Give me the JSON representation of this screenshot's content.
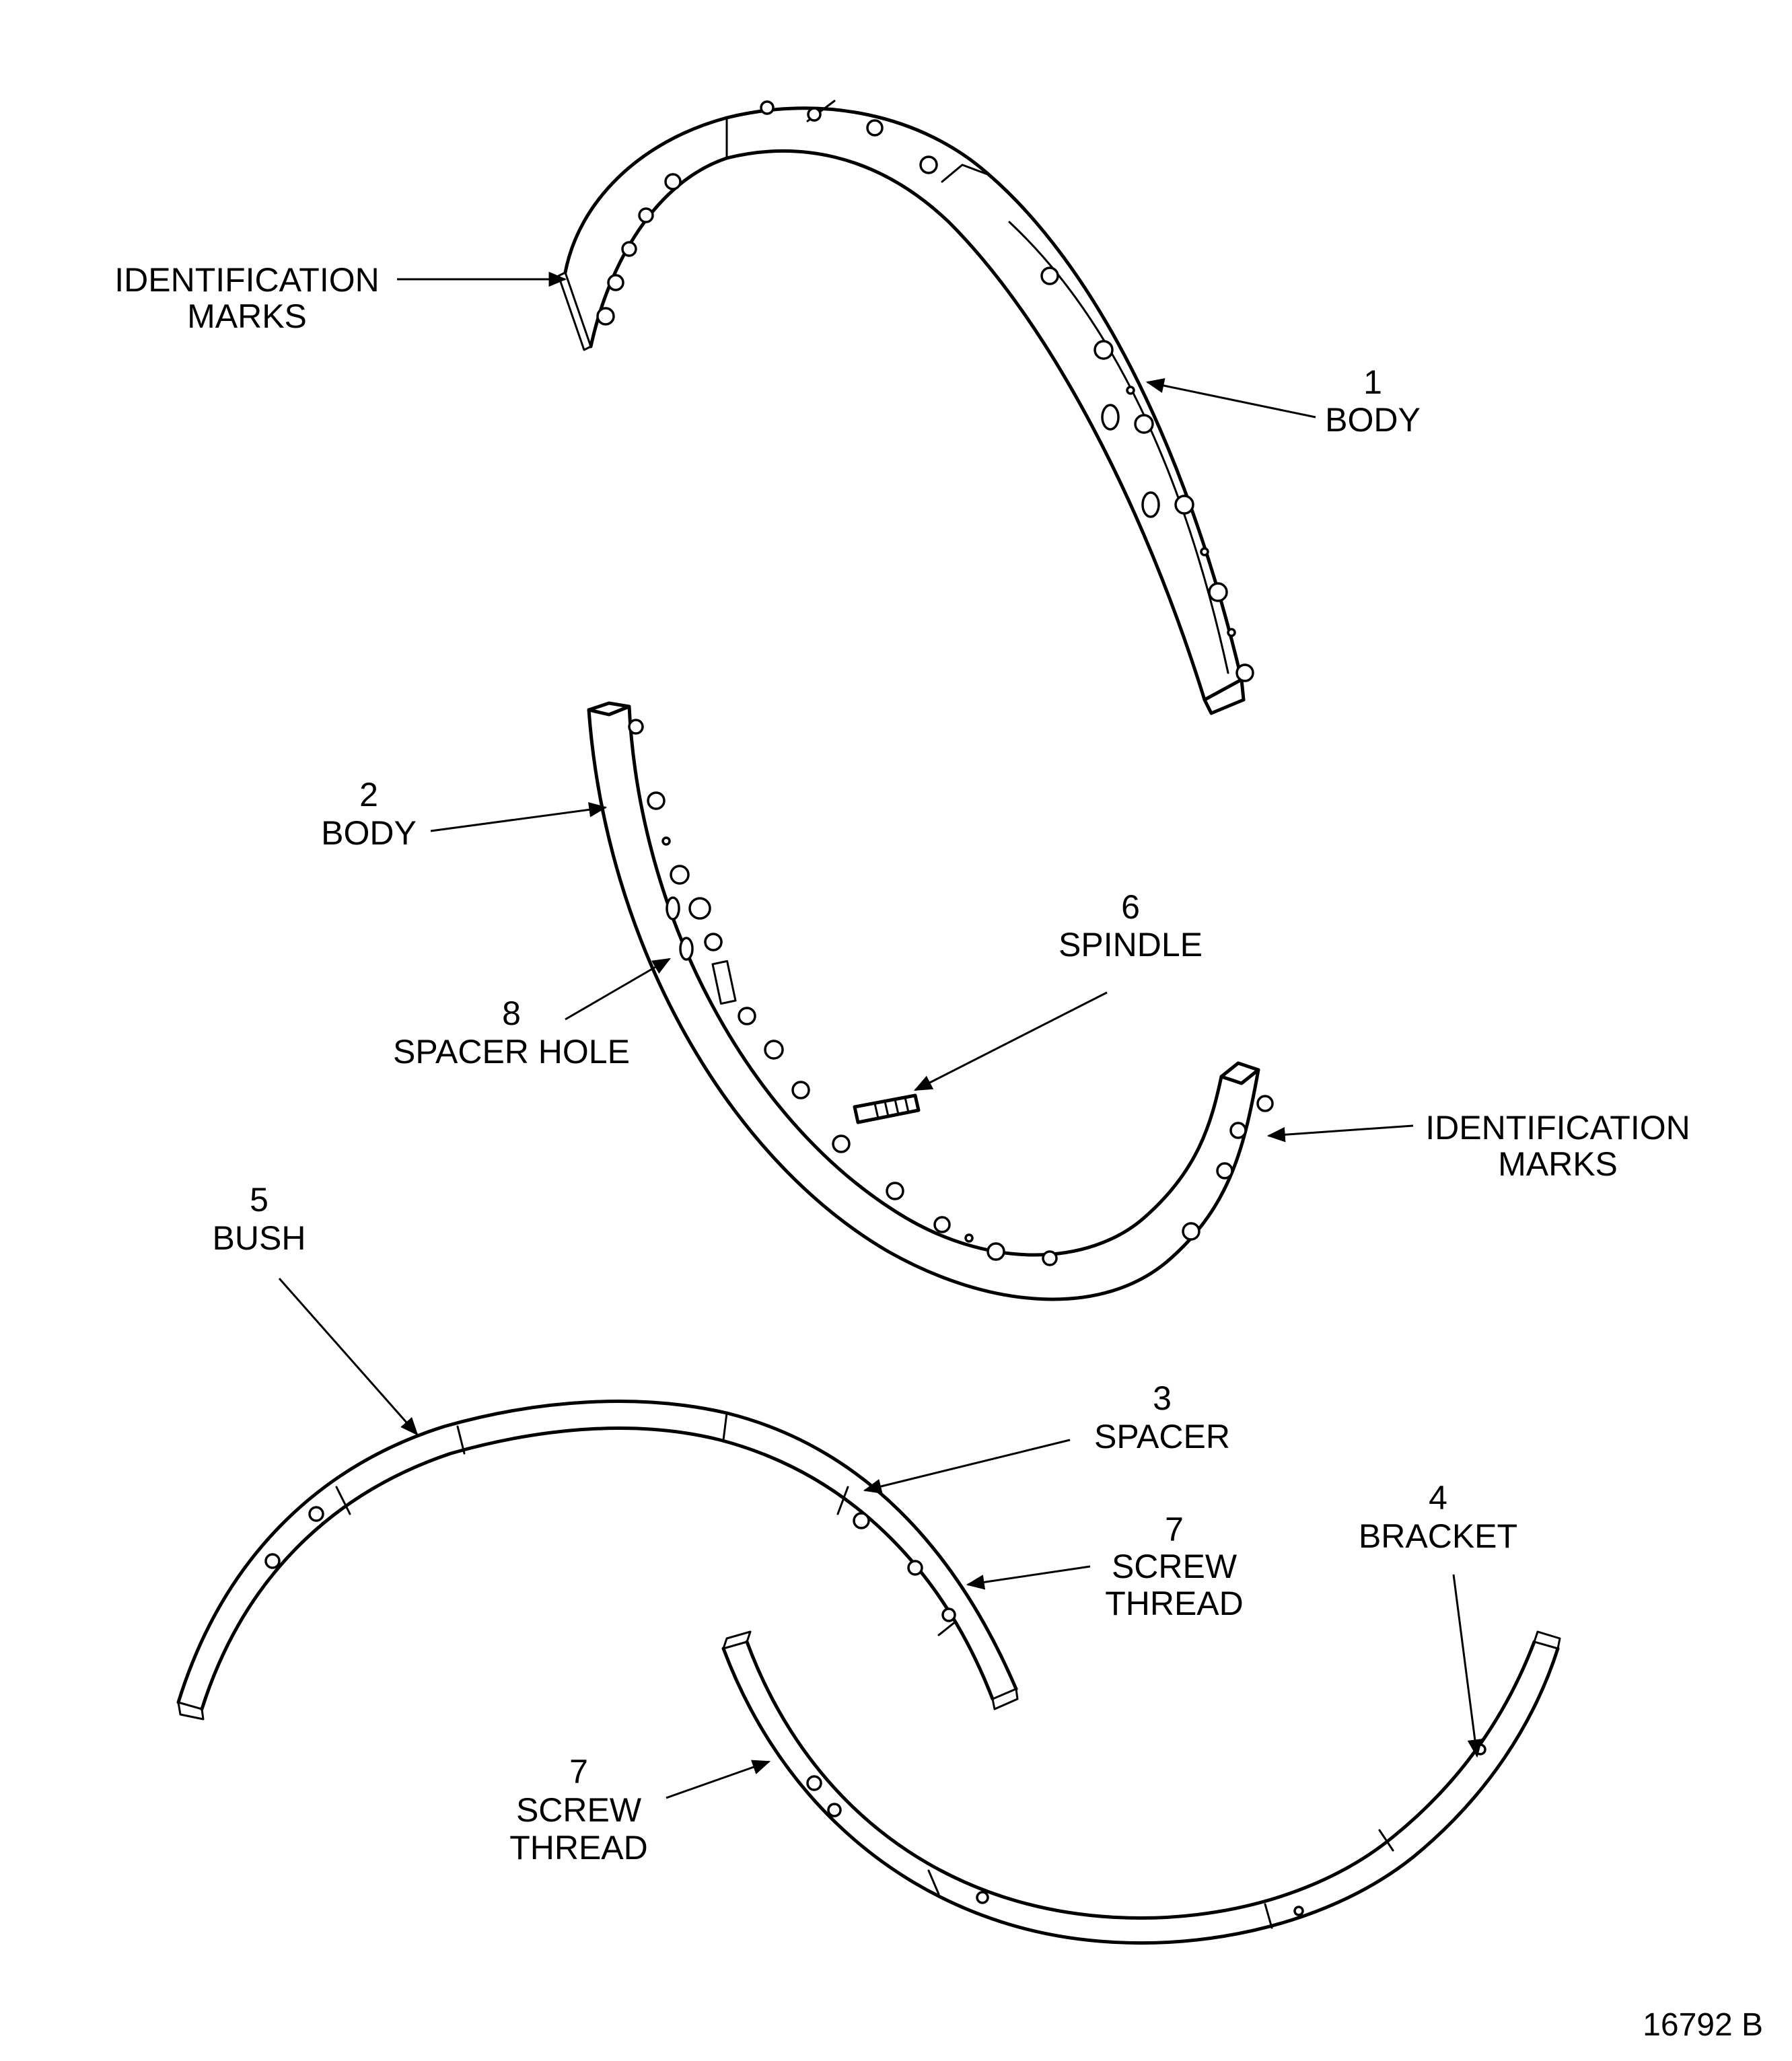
{
  "callouts": [
    {
      "id": "identification-marks-top",
      "number": "",
      "lines": [
        "IDENTIFICATION",
        "MARKS"
      ]
    },
    {
      "id": "body-1",
      "number": "1",
      "lines": [
        "BODY"
      ]
    },
    {
      "id": "body-2",
      "number": "2",
      "lines": [
        "BODY"
      ]
    },
    {
      "id": "spindle-6",
      "number": "6",
      "lines": [
        "SPINDLE"
      ]
    },
    {
      "id": "spacer-hole-8",
      "number": "8",
      "lines": [
        "SPACER HOLE"
      ]
    },
    {
      "id": "identification-marks-right",
      "number": "",
      "lines": [
        "IDENTIFICATION",
        "MARKS"
      ]
    },
    {
      "id": "bush-5",
      "number": "5",
      "lines": [
        "BUSH"
      ]
    },
    {
      "id": "spacer-3",
      "number": "3",
      "lines": [
        "SPACER"
      ]
    },
    {
      "id": "screw-thread-7-right",
      "number": "7",
      "lines": [
        "SCREW",
        "THREAD"
      ]
    },
    {
      "id": "bracket-4",
      "number": "4",
      "lines": [
        "BRACKET"
      ]
    },
    {
      "id": "screw-thread-7-left",
      "number": "7",
      "lines": [
        "SCREW",
        "THREAD"
      ]
    }
  ],
  "figure_number": "16792 B",
  "colors": {
    "ink": "#000000",
    "paper": "#ffffff"
  }
}
